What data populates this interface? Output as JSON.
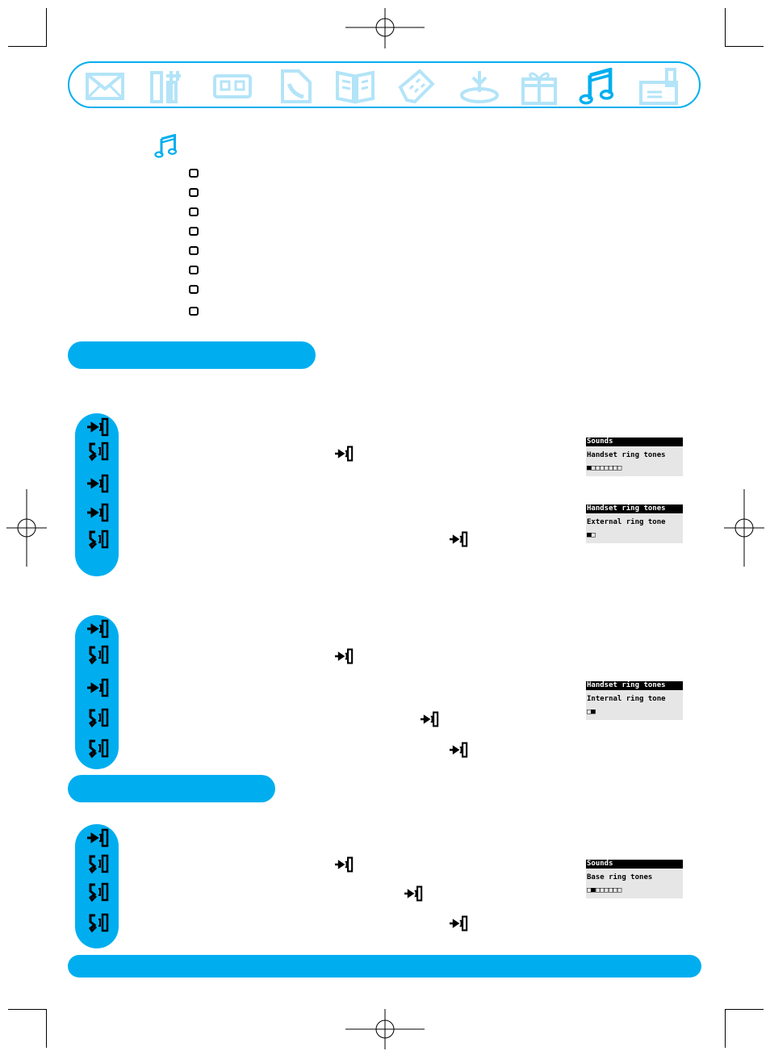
{
  "menu": {
    "icons": [
      "envelope-icon",
      "settings-tools-icon",
      "cassette-icon",
      "phone-book-icon",
      "book-icon",
      "keypad-icon",
      "antenna-base-icon",
      "gift-box-icon",
      "music-note-icon",
      "handset-base-icon"
    ],
    "active_index": 8
  },
  "section_icon": "music-note-icon",
  "checkbox_count": 8,
  "colors": {
    "accent": "#00aeef",
    "lcd_bg": "#e6e6e6"
  },
  "screens": {
    "sounds_handset": {
      "header": "Sounds",
      "line": "Handset ring tones",
      "tones": "■□□□□□□□"
    },
    "external_tone": {
      "header": "Handset ring tones",
      "line": "External ring tone",
      "tones": "■□"
    },
    "internal_tone": {
      "header": "Handset ring tones",
      "line": "Internal  ring  tone",
      "tones": "□■"
    },
    "base_tones": {
      "header": "Sounds",
      "line": "Base ring tones",
      "tones": "□■□□□□□□"
    }
  },
  "steps": {
    "group1": [
      "ok-key-icon",
      "scroll-key-icon",
      "ok-key-icon",
      "ok-key-icon",
      "scroll-key-icon"
    ],
    "group2": [
      "ok-key-icon",
      "scroll-key-icon",
      "ok-key-icon",
      "scroll-key-icon",
      "scroll-key-icon"
    ],
    "group3": [
      "ok-key-icon",
      "scroll-key-icon",
      "scroll-key-icon",
      "scroll-key-icon"
    ]
  }
}
